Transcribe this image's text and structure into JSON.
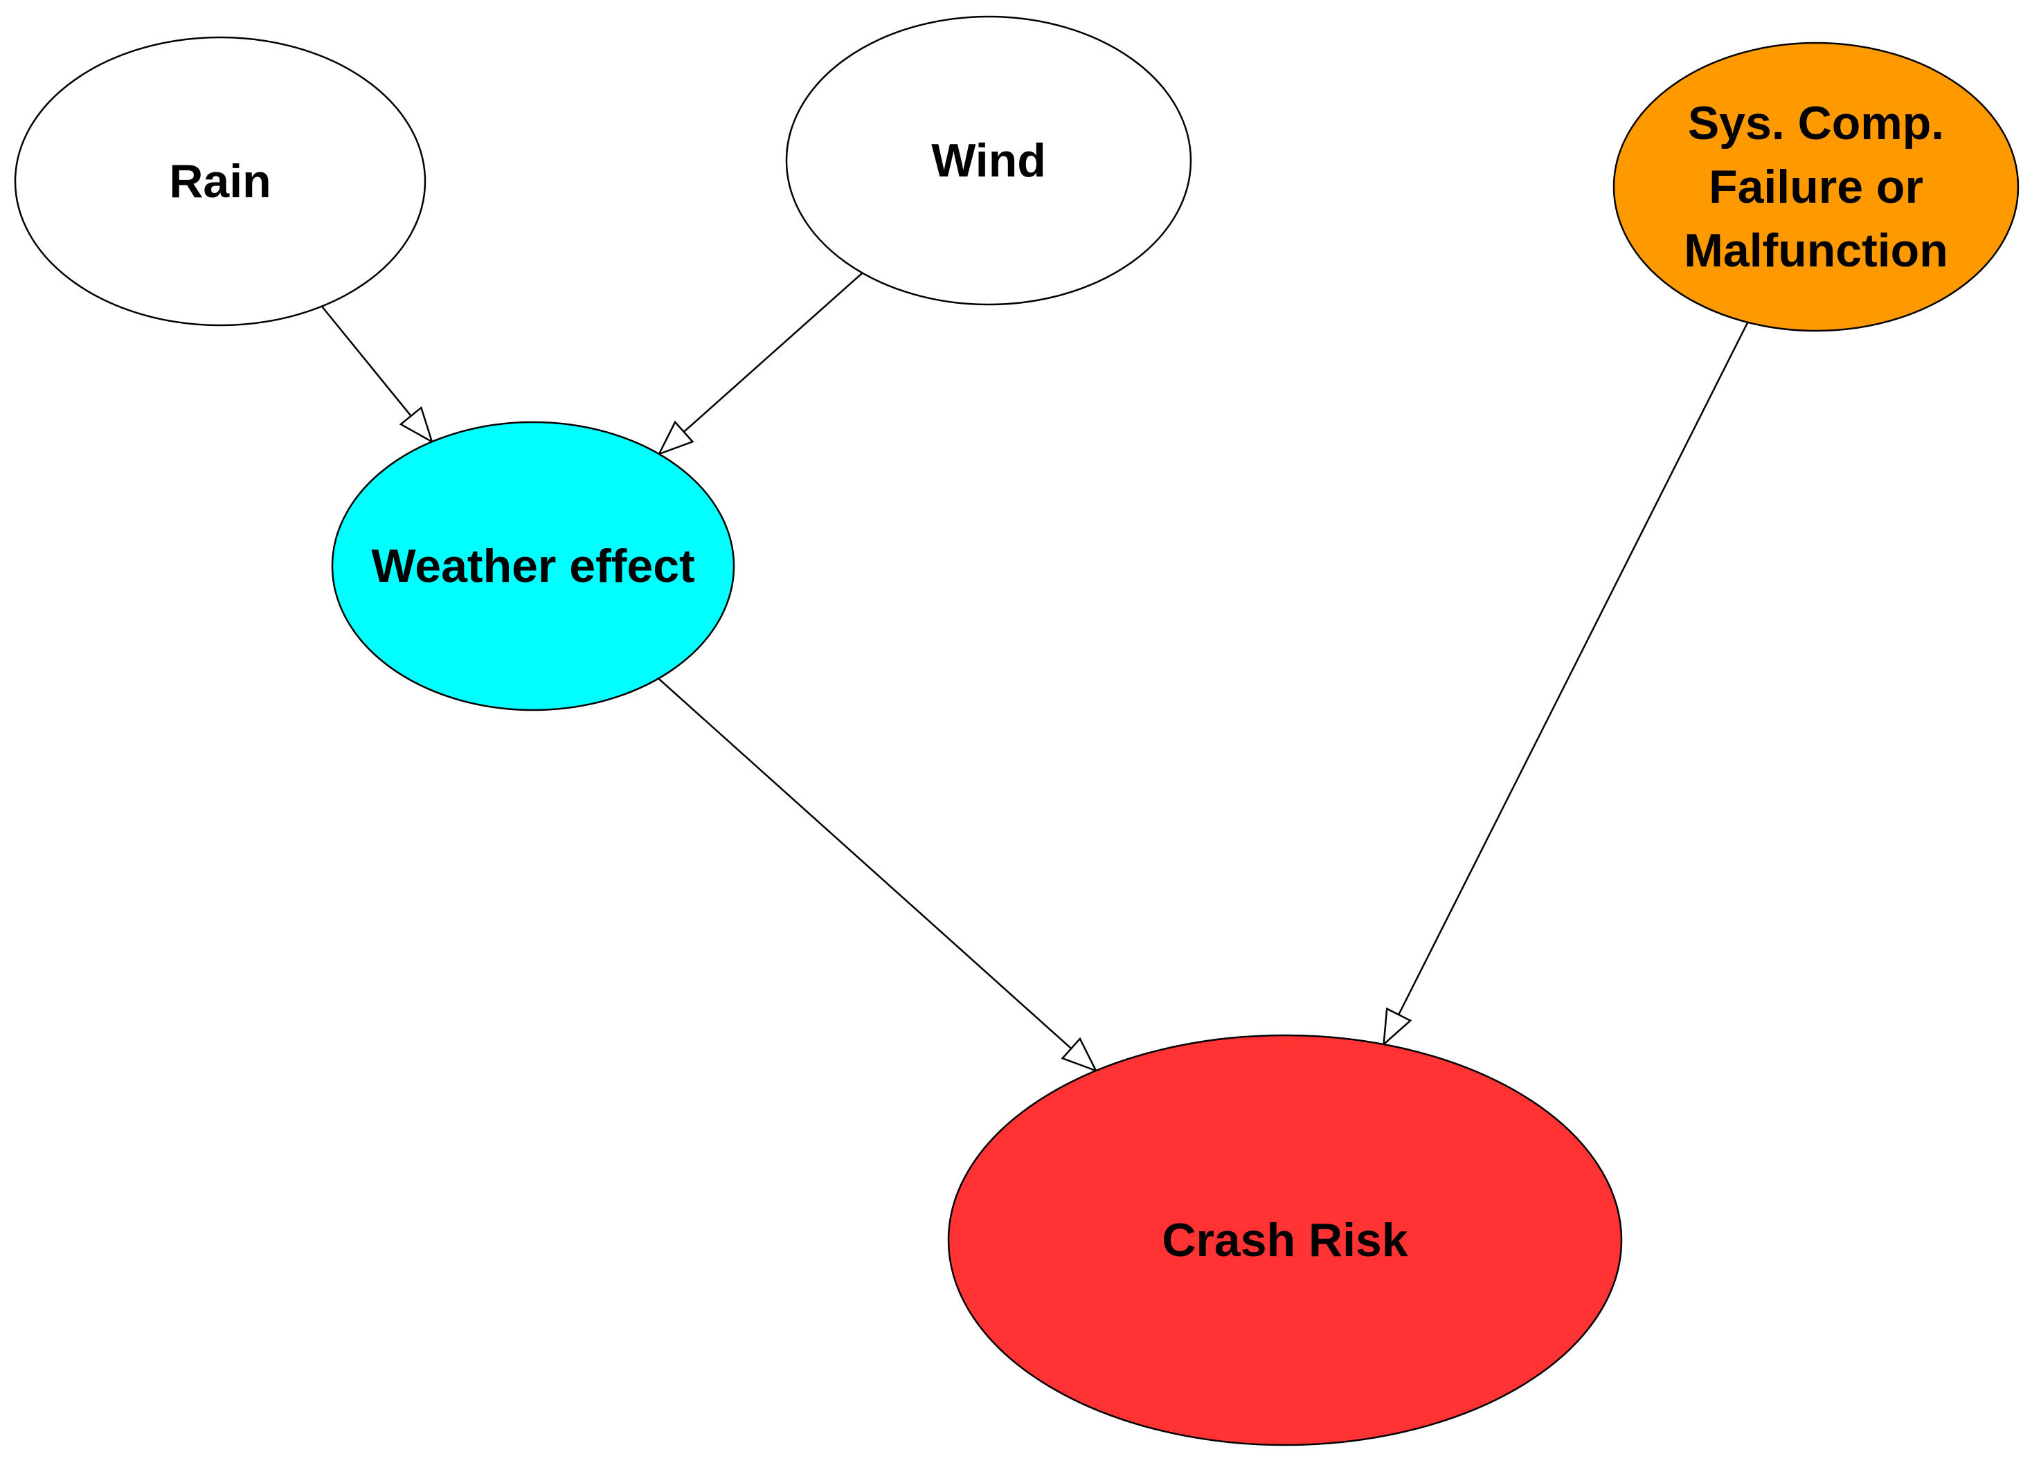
{
  "diagram": {
    "type": "directed-graph",
    "nodes": [
      {
        "id": "rain",
        "lines": [
          "Rain"
        ],
        "fill": "#ffffff"
      },
      {
        "id": "wind",
        "lines": [
          "Wind"
        ],
        "fill": "#ffffff"
      },
      {
        "id": "sys",
        "lines": [
          "Sys. Comp.",
          "Failure or",
          "Malfunction"
        ],
        "fill": "#ff9900"
      },
      {
        "id": "weather",
        "lines": [
          "Weather effect"
        ],
        "fill": "#00ffff"
      },
      {
        "id": "crash",
        "lines": [
          "Crash Risk"
        ],
        "fill": "#ff3333"
      }
    ],
    "edges": [
      {
        "from": "rain",
        "to": "weather"
      },
      {
        "from": "wind",
        "to": "weather"
      },
      {
        "from": "weather",
        "to": "crash"
      },
      {
        "from": "sys",
        "to": "crash"
      }
    ]
  }
}
